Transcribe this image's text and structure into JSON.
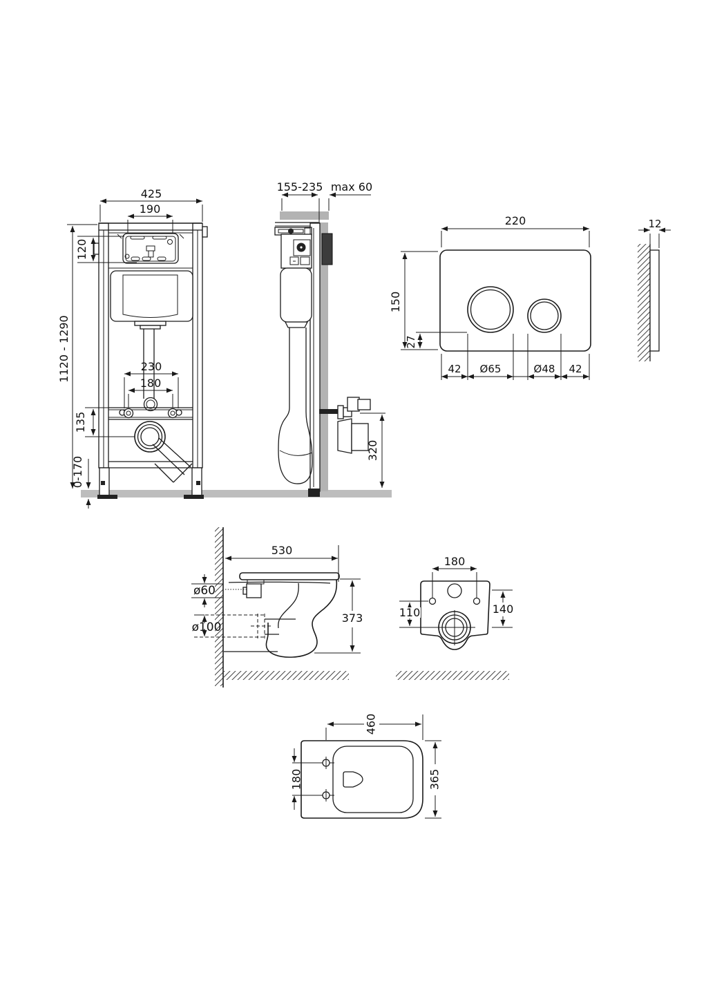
{
  "drawing": {
    "title_hint": "wall-hung toilet installation set technical drawing",
    "frame_front": {
      "width": "425",
      "opening": "190",
      "panel_height": "120",
      "height_range": "1120 - 1290",
      "anchor_spacing": "230",
      "stud_spacing": "180",
      "stud_to_drain": "135",
      "foot_range": "0-170"
    },
    "frame_side": {
      "depth_range": "155-235",
      "facing_max": "max 60",
      "outlet_height": "320"
    },
    "flush_plate": {
      "width": "220",
      "height": "150",
      "button_bottom_offset": "27",
      "left_margin": "42",
      "large_button_diameter": "Ø65",
      "small_button_diameter": "Ø48",
      "right_margin": "42",
      "thickness": "12"
    },
    "bowl_side": {
      "length": "530",
      "flush_inlet": "ø60",
      "drain": "ø100",
      "height": "373"
    },
    "bowl_back": {
      "bolt_spacing": "180",
      "left_offset": "110",
      "right_offset": "140"
    },
    "seat_top": {
      "length": "460",
      "bolt_spacing": "180",
      "width": "365"
    },
    "colors": {
      "line": "#1a1a1a",
      "wall_gray": "#b3b3b3",
      "floor_gray": "#bdbdbd",
      "dark_detail": "#3c3c3c",
      "background": "#ffffff"
    }
  }
}
